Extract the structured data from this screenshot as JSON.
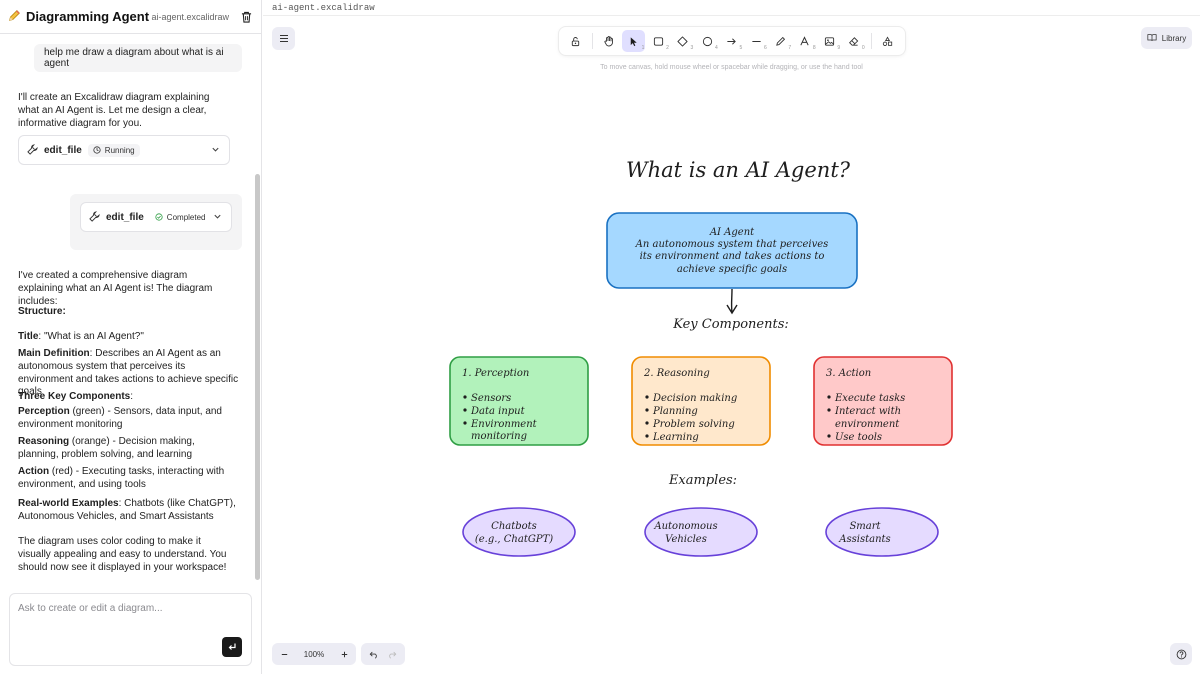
{
  "sidebar": {
    "logo_icon": "pencil-icon",
    "title": "Diagramming Agent",
    "file_name": "ai-agent.excalidraw",
    "user_message": "help me draw a diagram about what is ai agent",
    "intro_message": "I'll create an Excalidraw diagram explaining what an AI Agent is. Let me design a clear, informative diagram for you.",
    "tool_calls": [
      {
        "name": "edit_file",
        "status": "Running"
      },
      {
        "name": "edit_file",
        "status": "Completed"
      }
    ],
    "summary": {
      "intro": "I've created a comprehensive diagram explaining what an AI Agent is! The diagram includes:",
      "structure_label": "Structure:",
      "title_label": "Title",
      "title_text": ": \"What is an AI Agent?\"",
      "main_def_label": "Main Definition",
      "main_def_text": ": Describes an AI Agent as an autonomous system that perceives its environment and takes actions to achieve specific goals",
      "three_label": "Three Key Components",
      "three_text": ":",
      "perception_label": "Perception",
      "perception_text": " (green) - Sensors, data input, and environment monitoring",
      "reasoning_label": "Reasoning",
      "reasoning_text": " (orange) - Decision making, planning, problem solving, and learning",
      "action_label": "Action",
      "action_text": " (red) - Executing tasks, interacting with environment, and using tools",
      "examples_label": "Real-world Examples",
      "examples_text": ": Chatbots (like ChatGPT), Autonomous Vehicles, and Smart Assistants",
      "closing": "The diagram uses color coding to make it visually appealing and easy to understand. You should now see it displayed in your workspace!"
    },
    "composer_placeholder": "Ask to create or edit a diagram..."
  },
  "canvas": {
    "tab_label": "ai-agent.excalidraw",
    "toolbar": [
      {
        "name": "lock-tool",
        "icon": "lock-icon",
        "key": ""
      },
      {
        "name": "hand-tool",
        "icon": "hand-icon",
        "key": ""
      },
      {
        "name": "selection-tool",
        "icon": "cursor-icon",
        "key": "1"
      },
      {
        "name": "rectangle-tool",
        "icon": "rectangle-icon",
        "key": "2"
      },
      {
        "name": "diamond-tool",
        "icon": "diamond-icon",
        "key": "3"
      },
      {
        "name": "ellipse-tool",
        "icon": "ellipse-icon",
        "key": "4"
      },
      {
        "name": "arrow-tool",
        "icon": "arrow-icon",
        "key": "5"
      },
      {
        "name": "line-tool",
        "icon": "line-icon",
        "key": "6"
      },
      {
        "name": "draw-tool",
        "icon": "pencil-icon",
        "key": "7"
      },
      {
        "name": "text-tool",
        "icon": "text-icon",
        "key": "8"
      },
      {
        "name": "image-tool",
        "icon": "image-icon",
        "key": "9"
      },
      {
        "name": "eraser-tool",
        "icon": "eraser-icon",
        "key": "0"
      },
      {
        "name": "extra-tools",
        "icon": "shapes-icon",
        "key": ""
      }
    ],
    "hint": "To move canvas, hold mouse wheel or spacebar while dragging, or use the hand tool",
    "library_label": "Library",
    "zoom_level": "100%",
    "accent": "#e0dfff"
  },
  "diagram": {
    "title": "What is an AI Agent?",
    "definition": {
      "heading": "AI Agent",
      "lines": [
        "An autonomous system that perceives",
        "its environment and takes actions to",
        "achieve specific goals"
      ]
    },
    "components_heading": "Key Components:",
    "components": [
      {
        "title": "1. Perception",
        "items": [
          "Sensors",
          "Data input",
          "Environment",
          "monitoring"
        ],
        "fill": "#b2f2bb",
        "stroke": "#2f9e44"
      },
      {
        "title": "2. Reasoning",
        "items": [
          "Decision making",
          "Planning",
          "Problem solving",
          "Learning"
        ],
        "fill": "#ffe8cc",
        "stroke": "#f08c00"
      },
      {
        "title": "3. Action",
        "items": [
          "Execute tasks",
          "Interact with",
          "environment",
          "Use tools"
        ],
        "fill": "#ffc9c9",
        "stroke": "#e03131"
      }
    ],
    "examples_heading": "Examples:",
    "examples": [
      {
        "lines": [
          "Chatbots",
          "(e.g., ChatGPT)"
        ]
      },
      {
        "lines": [
          "Autonomous",
          "Vehicles"
        ]
      },
      {
        "lines": [
          "Smart",
          "Assistants"
        ]
      }
    ],
    "colors": {
      "definition_fill": "#a5d8ff",
      "definition_stroke": "#1971c2",
      "example_fill": "#e5dbff",
      "example_stroke": "#6741d9"
    }
  }
}
